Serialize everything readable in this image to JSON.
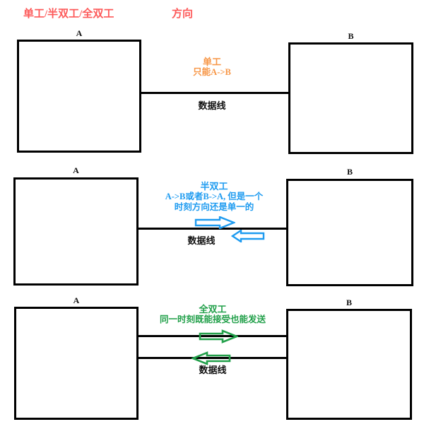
{
  "page": {
    "title": "单工/半双工/全双工",
    "direction_label": "方向",
    "title_color": "#fd5a5a"
  },
  "sections": [
    {
      "id": "simplex",
      "mode_name": "单工",
      "mode_desc": "只能A->B",
      "color": "#f79646",
      "left_node": "A",
      "right_node": "B",
      "wire_label": "数据线",
      "wire_count": 1,
      "arrows": []
    },
    {
      "id": "half-duplex",
      "mode_name": "半双工",
      "mode_desc_line1": "A->B或者B->A, 但是一个",
      "mode_desc_line2": "时刻方向还是单一的",
      "color": "#1e9bf0",
      "left_node": "A",
      "right_node": "B",
      "wire_label": "数据线",
      "wire_count": 1,
      "arrows": [
        {
          "name": "arrow-right",
          "direction": "right",
          "color": "#1e9bf0"
        },
        {
          "name": "arrow-left",
          "direction": "left",
          "color": "#1e9bf0"
        }
      ]
    },
    {
      "id": "full-duplex",
      "mode_name": "全双工",
      "mode_desc": "同一时刻既能接受也能发送",
      "color": "#22a04a",
      "left_node": "A",
      "right_node": "B",
      "wire_label": "数据线",
      "wire_count": 2,
      "arrows": [
        {
          "name": "arrow-right",
          "direction": "right",
          "color": "#22a04a"
        },
        {
          "name": "arrow-left",
          "direction": "left",
          "color": "#22a04a"
        }
      ]
    }
  ]
}
